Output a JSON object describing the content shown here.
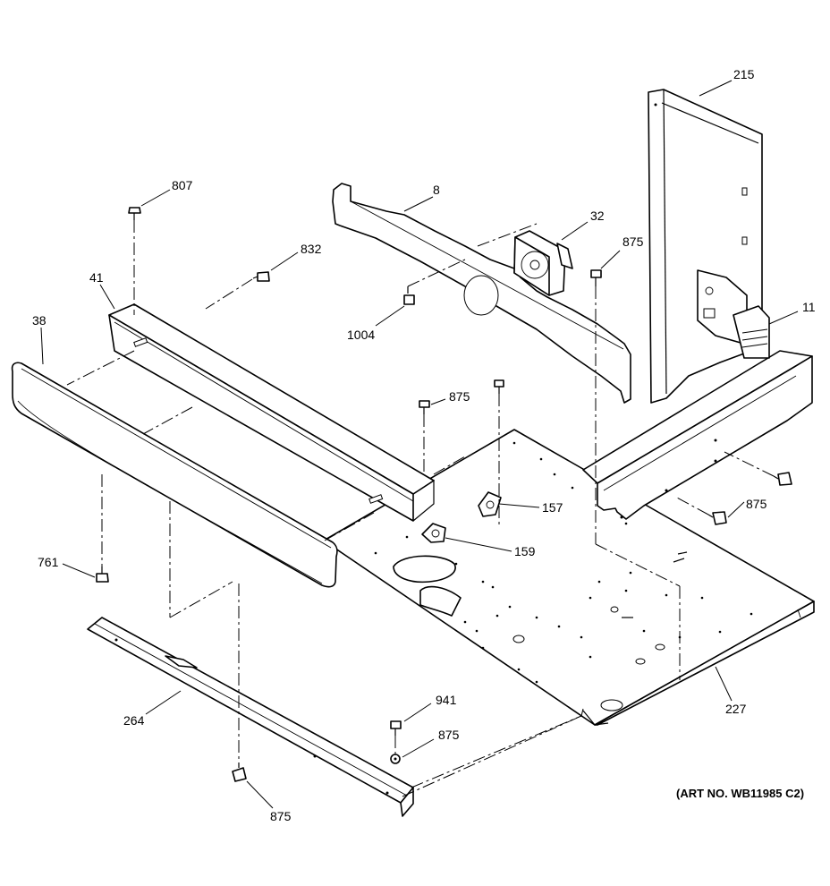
{
  "callouts": {
    "c215": "215",
    "c807": "807",
    "c8": "8",
    "c32": "32",
    "c875_top": "875",
    "c832": "832",
    "c41": "41",
    "c11": "11",
    "c38": "38",
    "c1004": "1004",
    "c875_mid": "875",
    "c157": "157",
    "c875_right": "875",
    "c159": "159",
    "c761": "761",
    "c227": "227",
    "c264": "264",
    "c941": "941",
    "c875_low": "875",
    "c875_bottom": "875"
  },
  "art_number": "(ART NO. WB11985 C2)"
}
